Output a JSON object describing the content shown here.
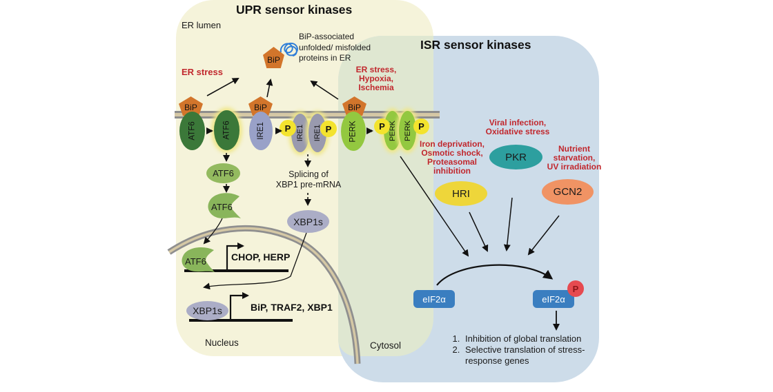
{
  "regions": {
    "upr_title": "UPR sensor kinases",
    "isr_title": "ISR sensor kinases",
    "er_lumen": "ER lumen",
    "nucleus": "Nucleus",
    "cytosol": "Cytosol"
  },
  "stress_labels": {
    "er_stress": "ER stress",
    "er_stress_multi": "ER stress,\nHypoxia,\nIschemia",
    "iron": "Iron deprivation,\nOsmotic shock,\nProteasomal\ninhibition",
    "viral": "Viral infection,\nOxidative stress",
    "nutrient": "Nutrient\nstarvation,\nUV irradiation"
  },
  "annotations": {
    "bip_associated": "BiP-associated\nunfolded/ misfolded\nproteins in ER",
    "splicing": "Splicing of\nXBP1 pre-mRNA"
  },
  "proteins": {
    "bip": "BiP",
    "atf6": "ATF6",
    "ire1": "IRE1",
    "perk": "PERK",
    "xbp1s": "XBP1s",
    "pkr": "PKR",
    "hri": "HRI",
    "gcn2": "GCN2",
    "eif2a": "eIF2α",
    "phospho": "P"
  },
  "genes": {
    "atf6_targets": "CHOP, HERP",
    "xbp1s_targets": "BiP, TRAF2, XBP1"
  },
  "outcomes": [
    "Inhibition of global translation",
    "Selective translation of stress-response genes"
  ],
  "colors": {
    "upr_bg": "#f5f3da",
    "isr_bg": "#cddce9",
    "overlap_bg": "#dfe7d1",
    "bip_orange": "#d2752b",
    "atf6_dark_green": "#3b7839",
    "atf6_light_green": "#93ba5f",
    "ire1_lavender": "#99a1c8",
    "ire1_dimer_gray": "#999aae",
    "xbp1s_gray": "#abadc6",
    "perk_green": "#93c840",
    "phospho_yellow": "#f3e32e",
    "pkr_teal": "#2d9f9f",
    "hri_yellow": "#eed63a",
    "gcn2_salmon": "#f09364",
    "eif2a_blue": "#3a7ec0",
    "phospho_red": "#e64a50",
    "stress_text_red": "#c1272d"
  }
}
